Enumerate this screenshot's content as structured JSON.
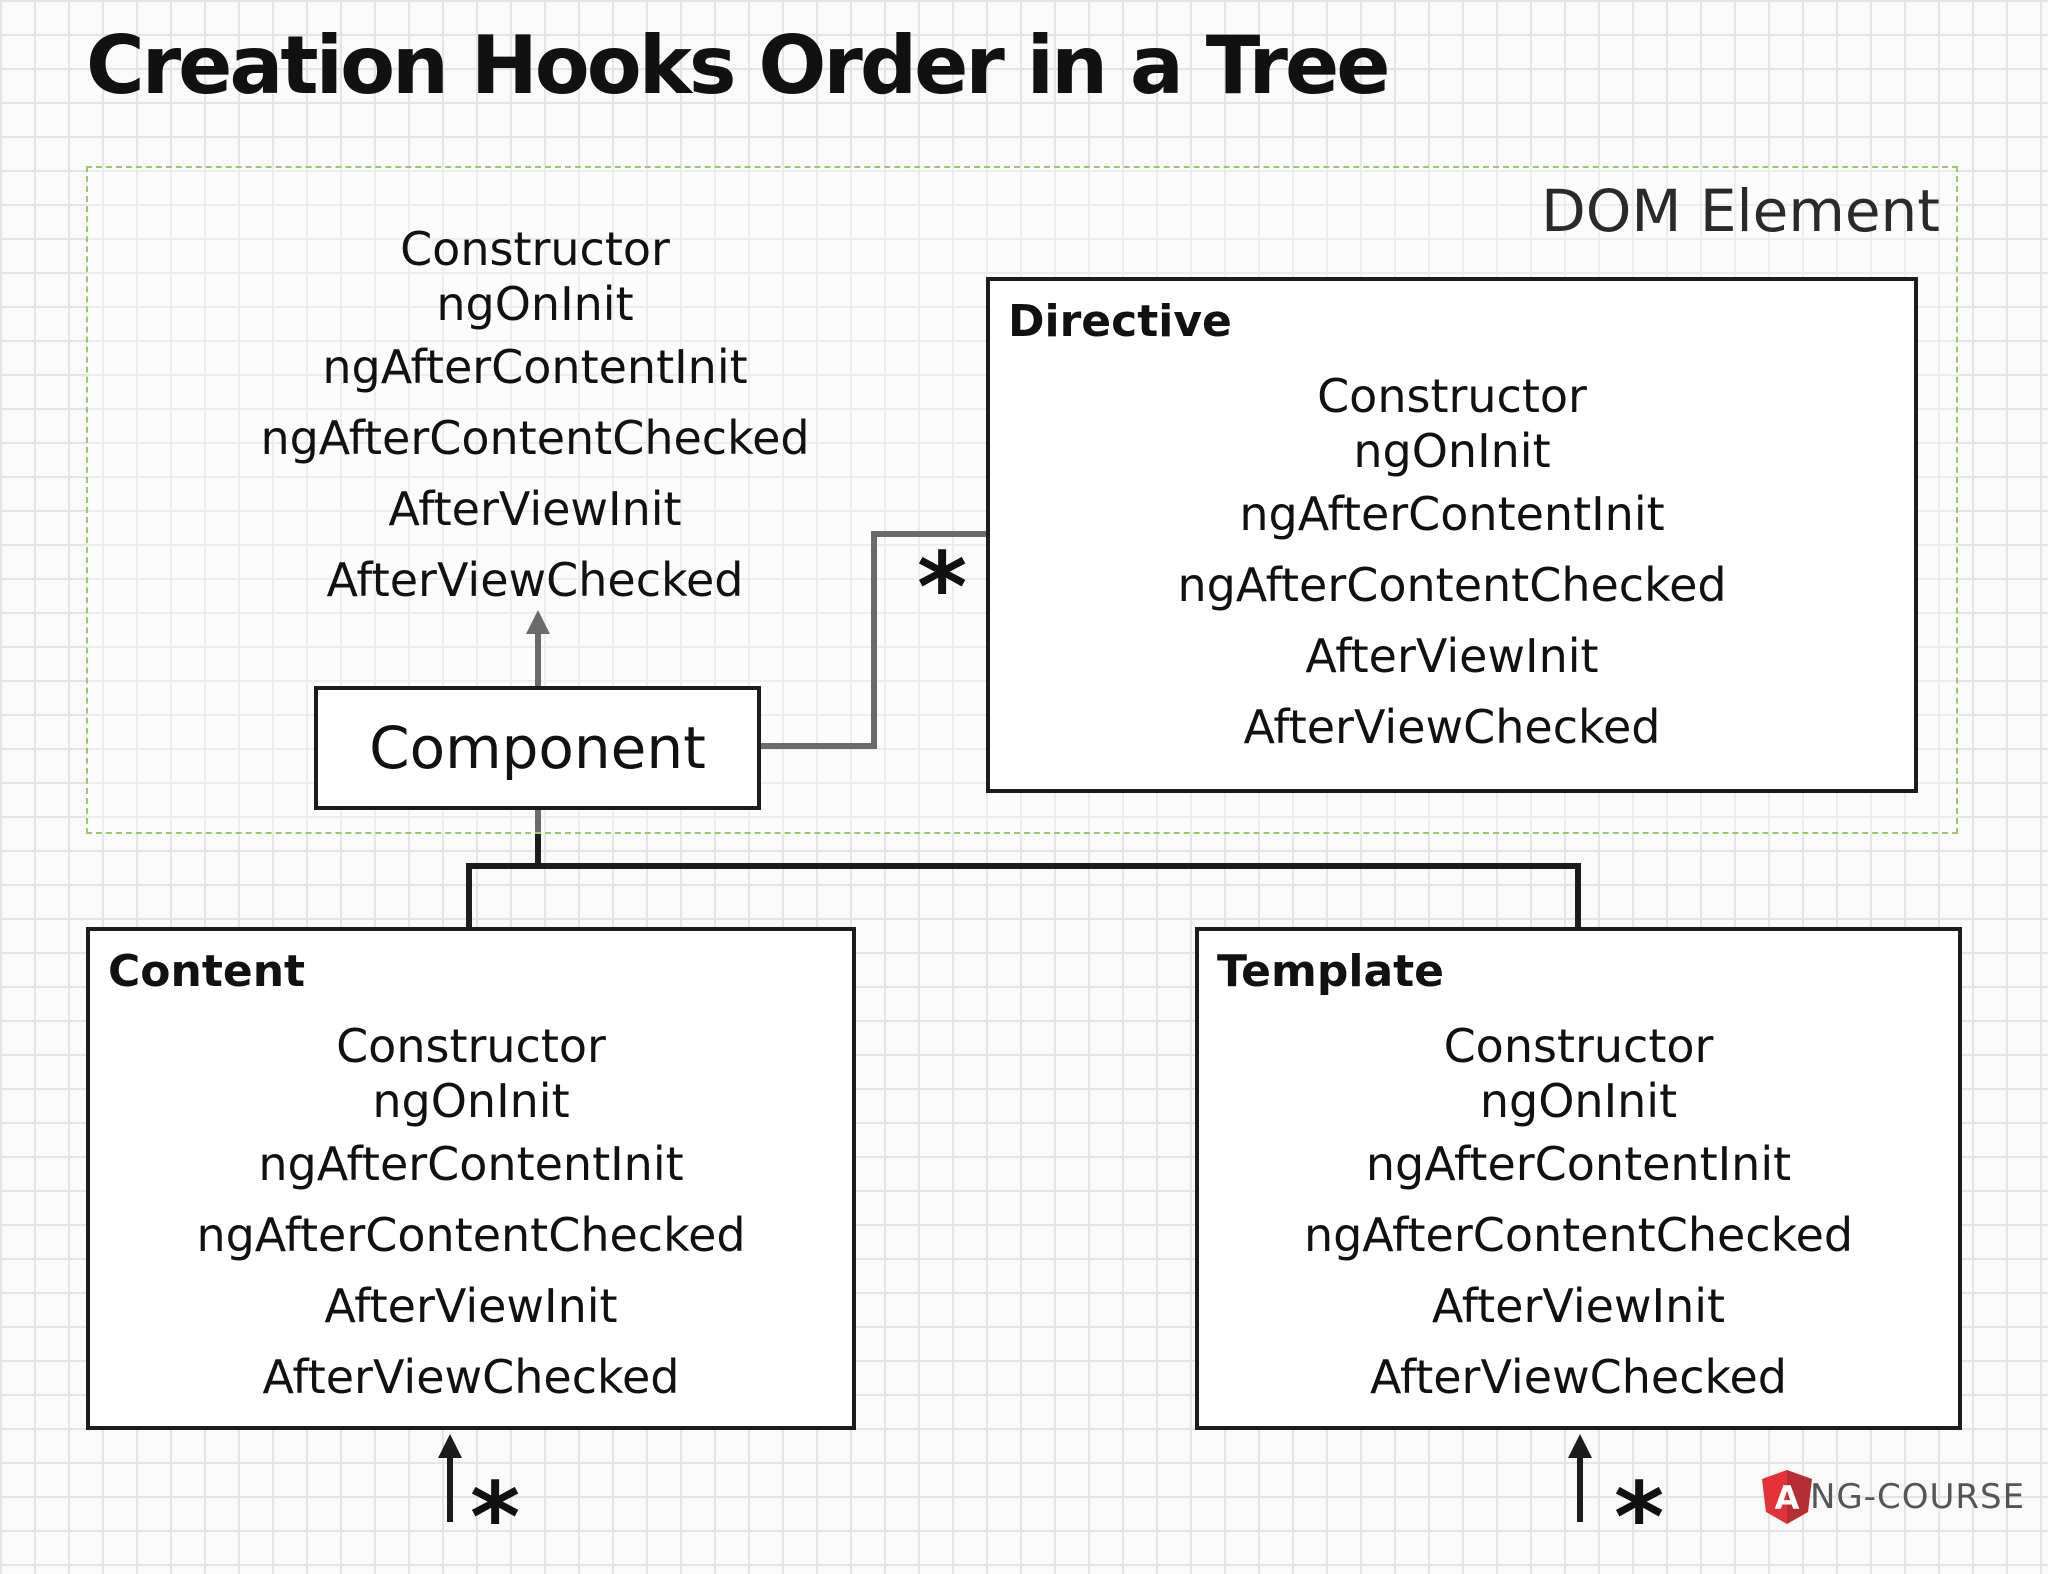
{
  "title": "Creation Hooks Order in a Tree",
  "dom_element_label": "DOM Element",
  "component": {
    "label": "Component",
    "hooks": [
      "Constructor",
      "ngOnInit",
      "ngAfterContentInit",
      "ngAfterContentChecked",
      "AfterViewInit",
      "AfterViewChecked"
    ]
  },
  "directive": {
    "title": "Directive",
    "hooks": [
      "Constructor",
      "ngOnInit",
      "ngAfterContentInit",
      "ngAfterContentChecked",
      "AfterViewInit",
      "AfterViewChecked"
    ]
  },
  "content": {
    "title": "Content",
    "hooks": [
      "Constructor",
      "ngOnInit",
      "ngAfterContentInit",
      "ngAfterContentChecked",
      "AfterViewInit",
      "AfterViewChecked"
    ]
  },
  "template": {
    "title": "Template",
    "hooks": [
      "Constructor",
      "ngOnInit",
      "ngAfterContentInit",
      "ngAfterContentChecked",
      "AfterViewInit",
      "AfterViewChecked"
    ]
  },
  "multiplicity_marker": "*",
  "logo": {
    "shield_letter": "A",
    "text": "NG-COURSE",
    "colors": {
      "shield_dark": "#b52e31",
      "shield_light": "#e23237",
      "text": "#555555"
    }
  },
  "colors": {
    "dom_region_border": "#9cc767",
    "box_border": "#1c1c1c",
    "grid": "#e4e4e4"
  }
}
